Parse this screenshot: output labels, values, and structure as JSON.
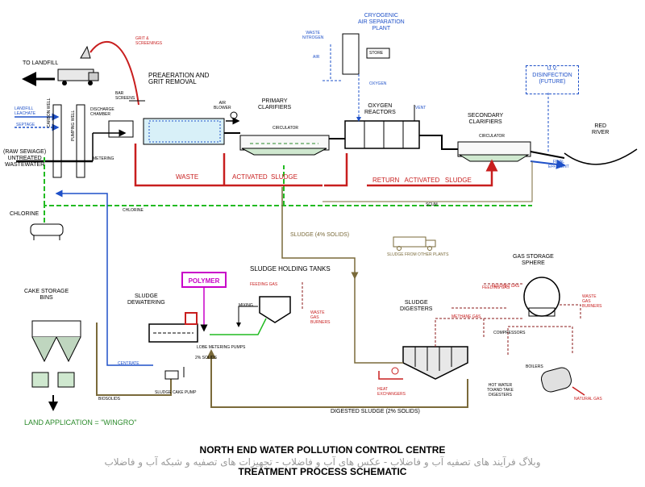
{
  "title": {
    "line1": "NORTH END WATER POLLUTION CONTROL CENTRE",
    "line2": "TREATMENT PROCESS SCHEMATIC"
  },
  "watermark": "وبلاگ فرآیند های تصفیه آب و فاضلاب - عکس های آب و فاضلاب - تجهیزات های تصفیه و شبکه آب و فاضلاب",
  "labels": {
    "to_landfill": "TO LANDFILL",
    "grit_screenings": "GRIT &\nSCREENINGS",
    "landfill_leachate": "LANDFILL\nLEACHATE",
    "septage": "SEPTAGE",
    "carbon_well": "CARBON WELL",
    "pumping_well": "PUMPING WELL",
    "discharge_chamber": "DISCHARGE\nCHAMBER",
    "bar_screens": "BAR\nSCREENS",
    "raw_sewage": "(RAW SEWAGE)\nUNTREATED\nWASTEWATER",
    "metering": "METERING",
    "chlorine": "CHLORINE",
    "chlorine_line": "CHLORINE",
    "preaeration": "PREAERATION AND\nGRIT REMOVAL",
    "air_blower": "AIR\nBLOWER",
    "primary_clarifiers": "PRIMARY\nCLARIFIERS",
    "circulator_1": "CIRCULATOR",
    "cryogenic": "CRYOGENIC\nAIR SEPARATION\nPLANT",
    "waste_nitrogen": "WASTE\nNITROGEN",
    "air": "AIR",
    "store": "STORE",
    "oxygen": "OXYGEN",
    "oxygen_reactors": "OXYGEN\nREACTORS",
    "vent": "VENT",
    "secondary_clarifiers": "SECONDARY\nCLARIFIERS",
    "circulator_2": "CIRCULATOR",
    "uv": "U.V.\nDISINFECTION\n(FUTURE)",
    "red_river": "RED\nRIVER",
    "final_effluent": "FINAL\nEFFLUENT",
    "waste": "WASTE",
    "activated": "ACTIVATED",
    "sludge": "SLUDGE",
    "return_activated_sludge": "RETURN   ACTIVATED   SLUDGE",
    "scum": "SCUM",
    "sludge_4pct": "SLUDGE (4% SOLIDS)",
    "sludge_other_plants": "SLUDGE FROM OTHER PLANTS",
    "sludge_holding_tanks": "SLUDGE HOLDING TANKS",
    "feeding_gas_1": "FEEDING GAS",
    "feeding_gas_2": "FEEDING GAS",
    "feeding_gas_3": "FEEDING GAS",
    "gas_storage": "GAS STORAGE\nSPHERE",
    "waste_gas_burners_1": "WASTE\nGAS\nBURNERS",
    "waste_gas_burners_2": "WASTE\nGAS\nBURNERS",
    "polymer": "POLYMER",
    "sludge_dewatering": "SLUDGE\nDEWATERING",
    "mixing": "MIXING",
    "cake_storage": "CAKE STORAGE\nBINS",
    "lobe_pumps": "LOBE METERING PUMPS",
    "two_pct_solids": "2% SOLIDS",
    "centrate": "CENTRATE",
    "sludge_cake_pump": "SLUDGE CAKE PUMP",
    "biosolids": "BIOSOLIDS",
    "methane_gas": "METHANE GAS",
    "compressors": "COMPRESSORS",
    "sludge_digesters": "SLUDGE\nDIGESTERS",
    "heat_exchangers": "HEAT\nEXCHANGERS",
    "hot_water": "HOT WATER\nTO/AND TAKE\nDIGESTERS",
    "boilers": "BOILERS",
    "natural_gas": "NATURAL GAS",
    "digested_sludge": "DIGESTED SLUDGE (2% SOLIDS)",
    "land_application": "LAND APPLICATION  =  \"WINGRO\""
  },
  "colors": {
    "sewage_line": "#000000",
    "sludge_line": "#c81e1e",
    "chlorine_line": "#22bb22",
    "oxygen_line": "#1e50c8",
    "gas_line": "#8b1a1a",
    "digested_line": "#7a6a3a",
    "polymer": "#c800c8"
  }
}
